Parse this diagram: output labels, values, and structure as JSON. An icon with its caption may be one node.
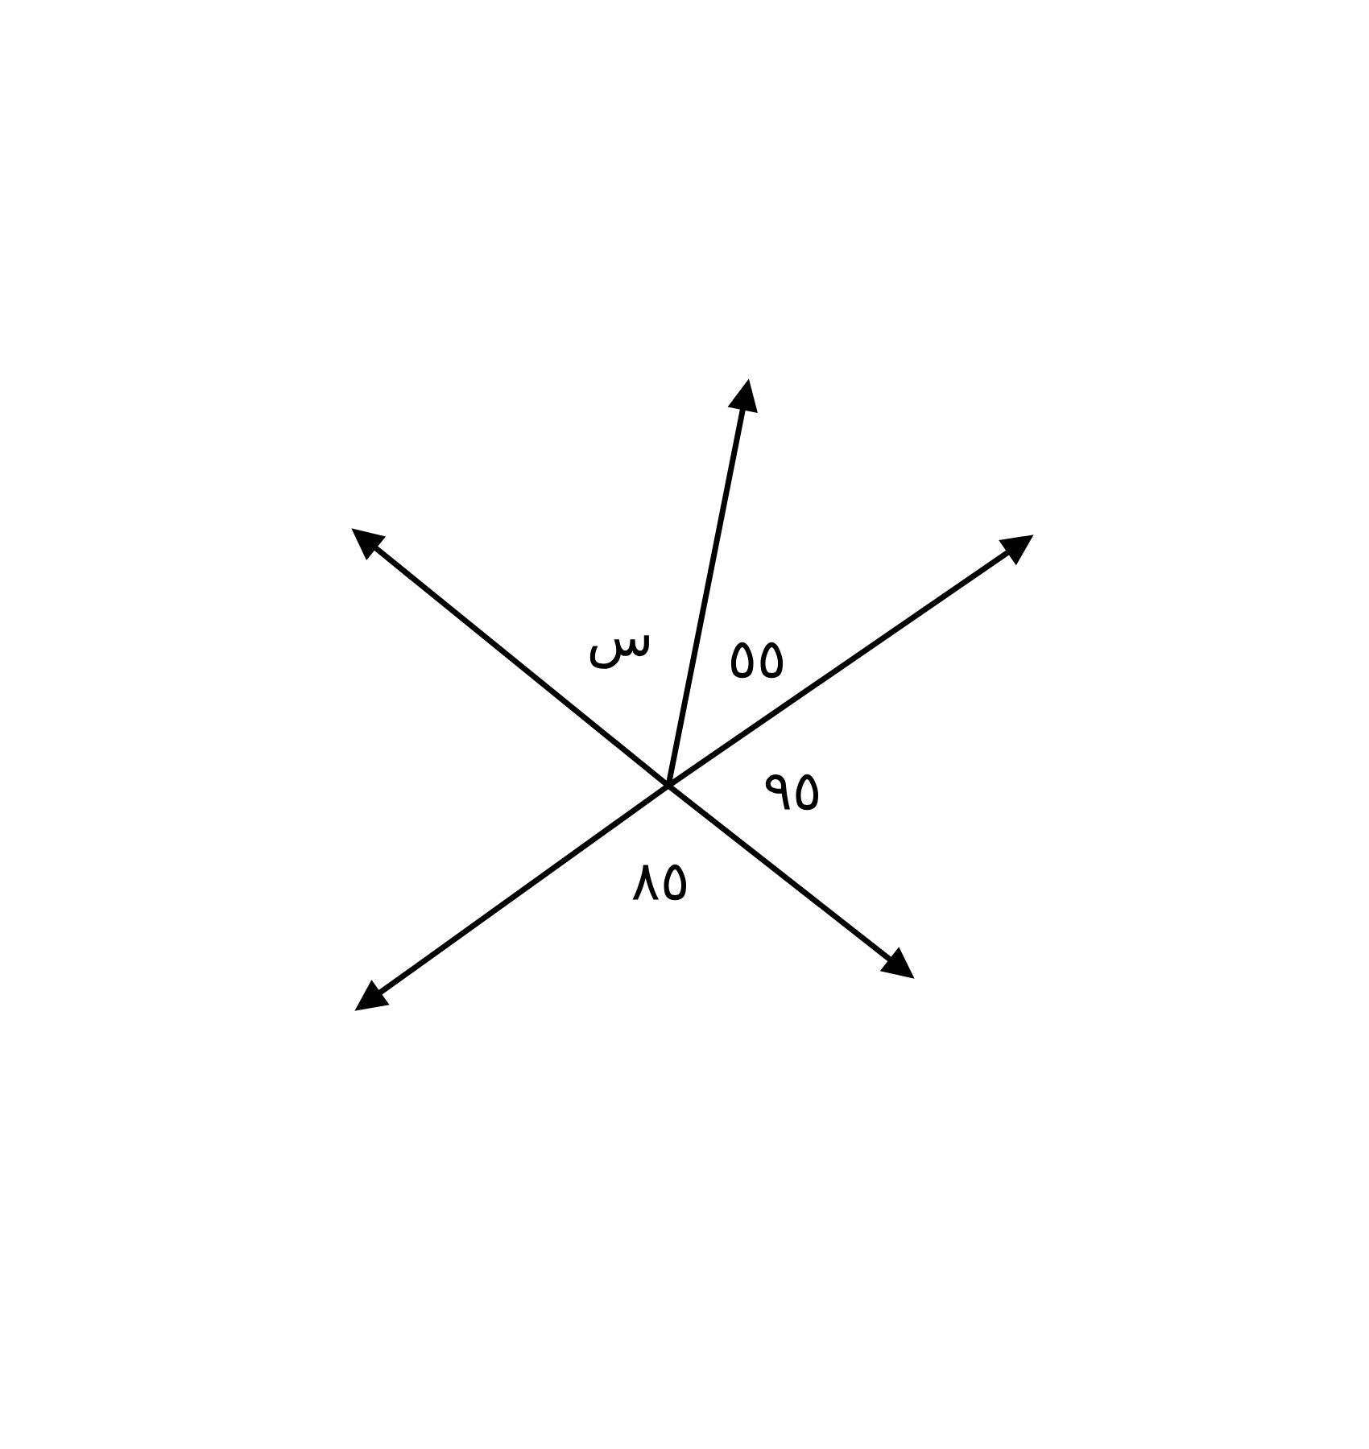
{
  "diagram": {
    "labels": [
      "س",
      "٥٥",
      "٩٥",
      "٨٥"
    ]
  }
}
